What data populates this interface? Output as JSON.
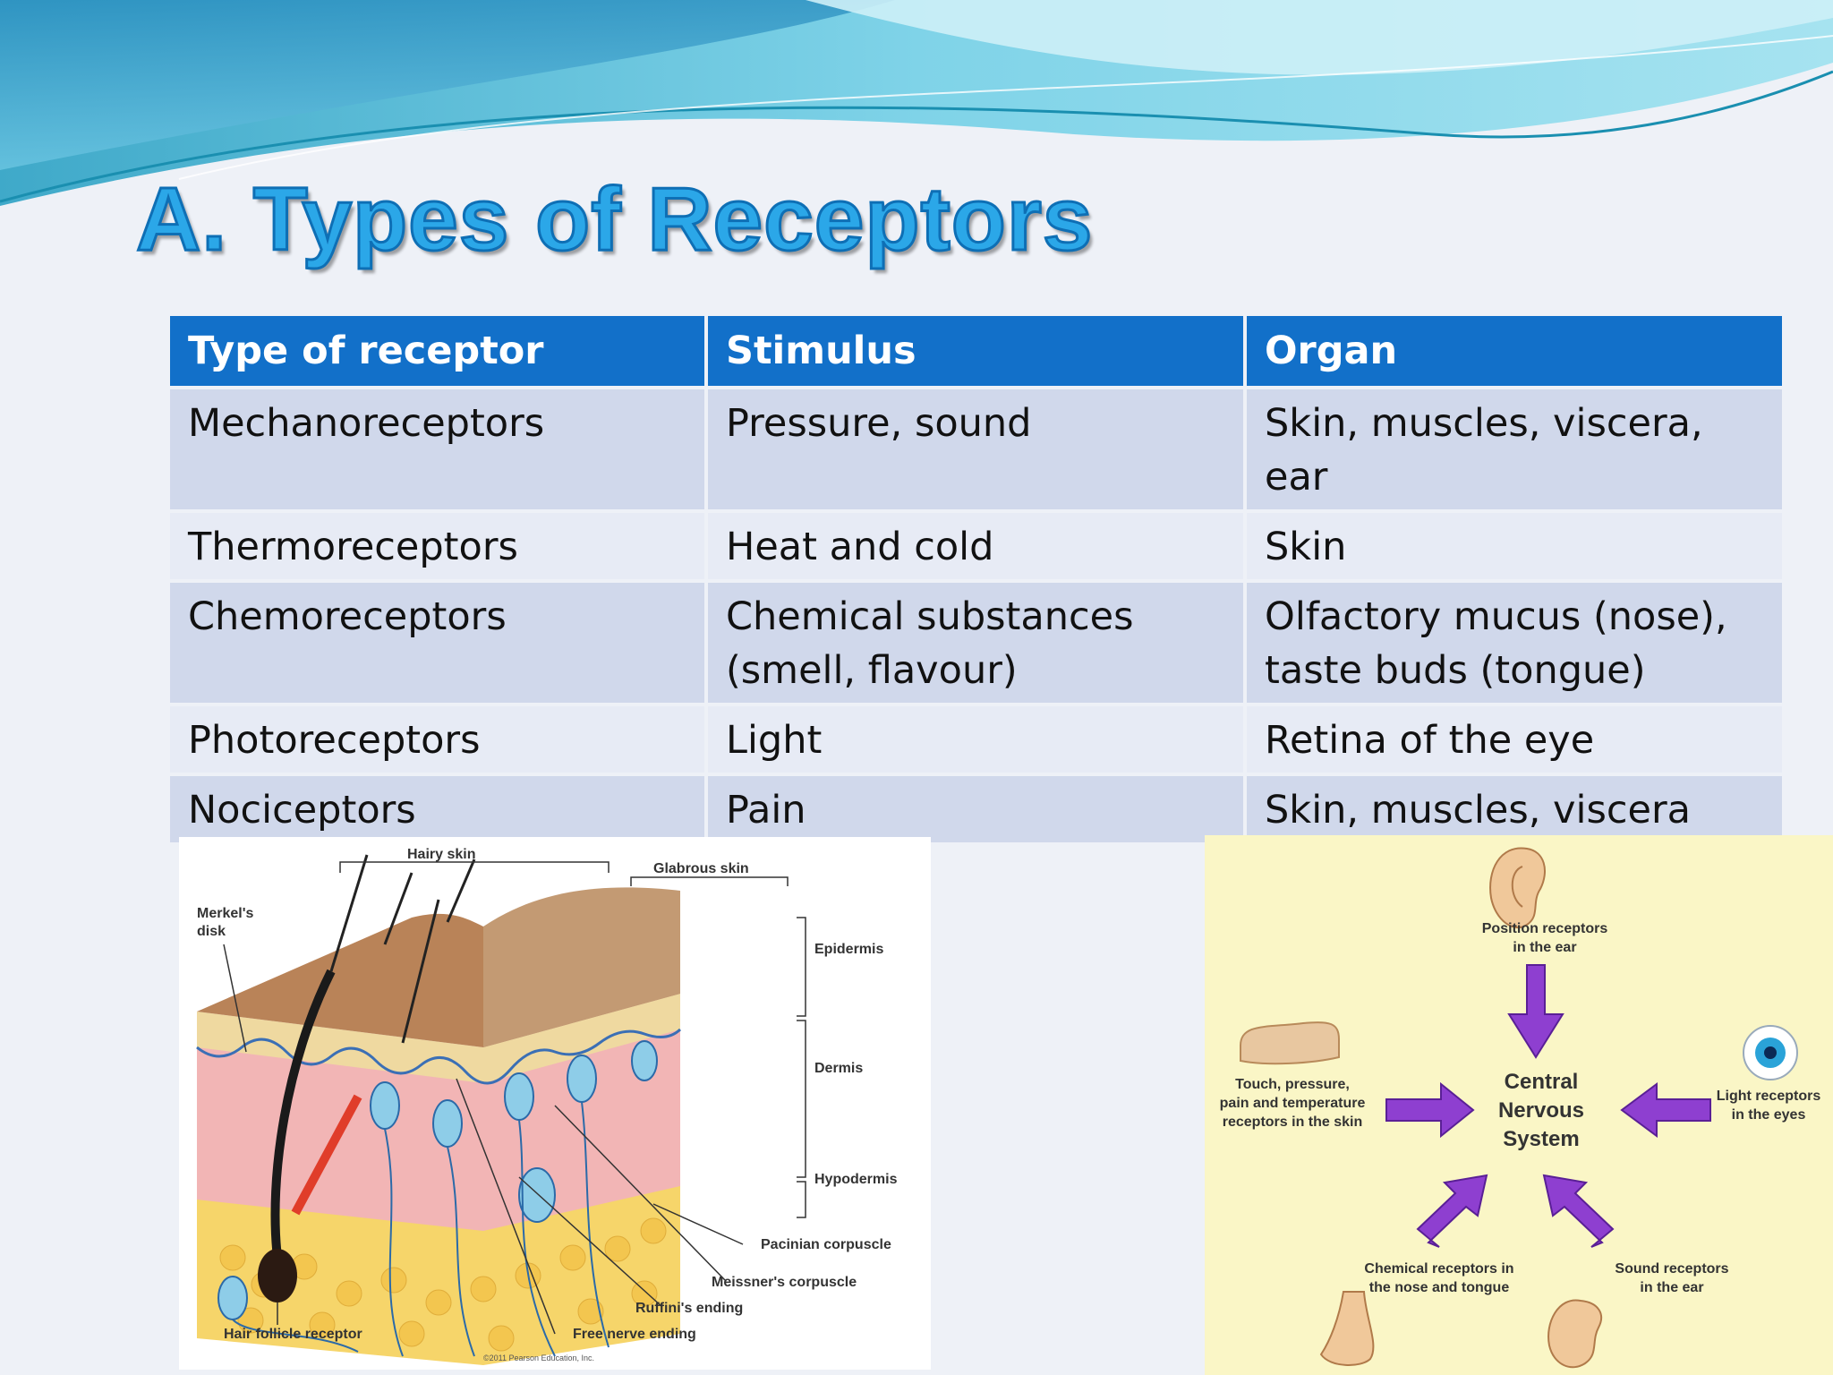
{
  "slide": {
    "title": "A. Types of Receptors"
  },
  "table": {
    "headers": [
      "Type of receptor",
      "Stimulus",
      "Organ"
    ],
    "rows": [
      {
        "type": "Mechanoreceptors",
        "stimulus": "Pressure, sound",
        "organ": "Skin, muscles, viscera, ear"
      },
      {
        "type": "Thermoreceptors",
        "stimulus": "Heat and cold",
        "organ": "Skin"
      },
      {
        "type": "Chemoreceptors",
        "stimulus_line1": "Chemical substances",
        "stimulus_line2": "(smell, flavour)",
        "organ_line1": "Olfactory mucus (nose),",
        "organ_line2": "taste buds (tongue)"
      },
      {
        "type": "Photoreceptors",
        "stimulus": "Light",
        "organ": "Retina of the eye"
      },
      {
        "type": "Nociceptors",
        "stimulus": "Pain",
        "organ": "Skin, muscles, viscera"
      }
    ]
  },
  "skin_diagram": {
    "labels": {
      "hairy_skin": "Hairy skin",
      "glabrous_skin": "Glabrous skin",
      "merkels_disk_1": "Merkel's",
      "merkels_disk_2": "disk",
      "epidermis": "Epidermis",
      "dermis": "Dermis",
      "hypodermis": "Hypodermis",
      "pacinian": "Pacinian corpuscle",
      "meissner": "Meissner's corpuscle",
      "ruffini": "Ruffini's ending",
      "free_nerve": "Free nerve ending",
      "hair_follicle": "Hair follicle receptor",
      "copyright": "©2011 Pearson Education, Inc."
    }
  },
  "cns_diagram": {
    "center_1": "Central",
    "center_2": "Nervous",
    "center_3": "System",
    "position_1": "Position receptors",
    "position_2": "in the ear",
    "touch_1": "Touch, pressure,",
    "touch_2": "pain and temperature",
    "touch_3": "receptors in the skin",
    "light_1": "Light receptors",
    "light_2": "in the eyes",
    "chemical_1": "Chemical receptors in",
    "chemical_2": "the nose and tongue",
    "sound_1": "Sound receptors",
    "sound_2": "in the ear",
    "colors": {
      "arrow": "#8e3fd0",
      "panel": "#faf6c6"
    }
  }
}
